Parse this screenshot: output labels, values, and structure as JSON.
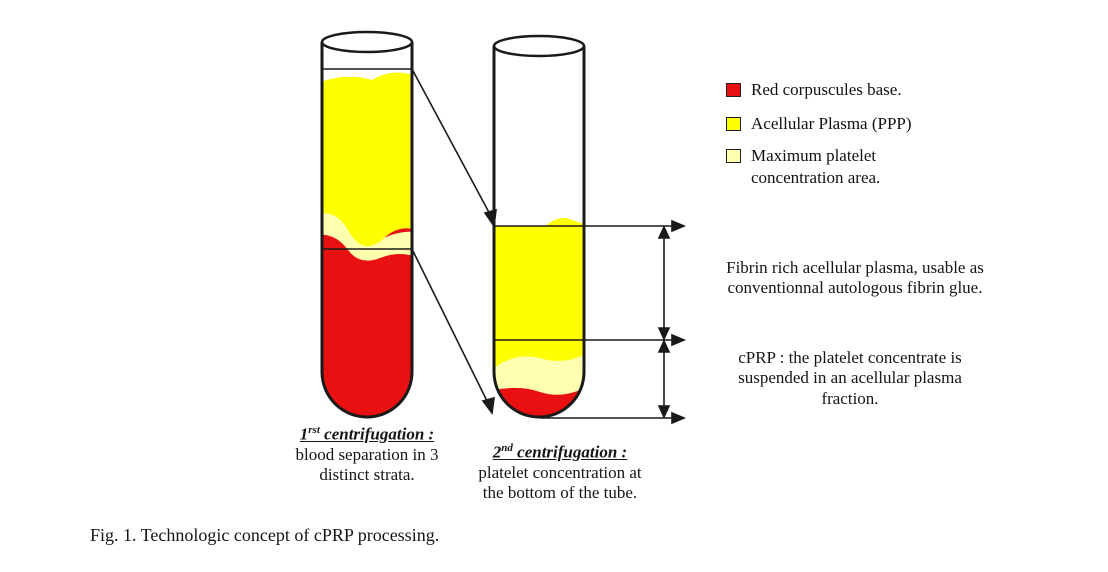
{
  "legend": [
    {
      "label": "Red corpuscules base.",
      "color": "#e81010"
    },
    {
      "label": "Acellular Plasma (PPP)",
      "color": "#ffff00"
    },
    {
      "label_lines": [
        "Maximum platelet",
        "concentration area."
      ],
      "color": "#ffffb0"
    }
  ],
  "annotations": {
    "fibrin": [
      "Fibrin rich acellular plasma, usable as",
      "conventionnal autologous fibrin glue."
    ],
    "cprp": [
      "cPRP : the platelet concentrate is",
      "suspended in an acellular plasma",
      "fraction."
    ]
  },
  "tube1": {
    "title_num": "1",
    "title_sup": "rst",
    "title_rest": " centrifugation :",
    "desc": [
      "blood separation in 3",
      "distinct strata."
    ]
  },
  "tube2": {
    "title_num": "2",
    "title_sup": "nd",
    "title_rest": " centrifugation :",
    "desc": [
      "platelet concentration at",
      "the bottom of the tube."
    ]
  },
  "figure_caption": "Fig. 1.  Technologic concept of cPRP processing.",
  "colors": {
    "red": "#e81010",
    "yellow": "#ffff00",
    "pale_yellow": "#ffffb0",
    "outline": "#1a1a1a"
  }
}
